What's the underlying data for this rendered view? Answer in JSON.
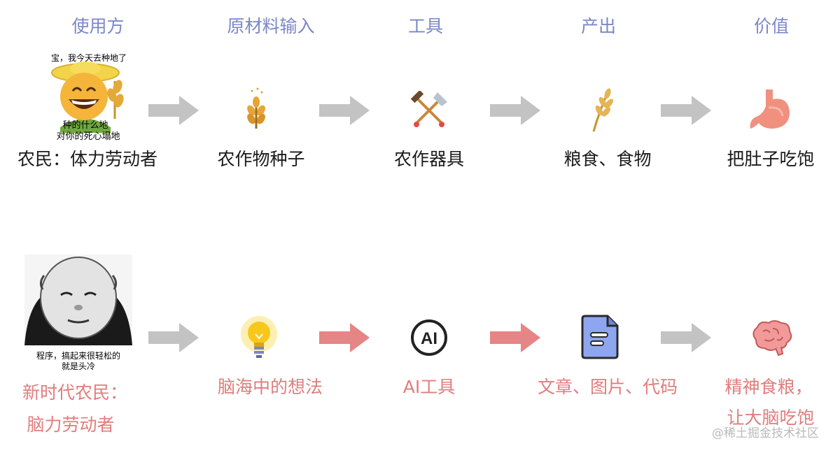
{
  "headers": [
    "使用方",
    "原材料输入",
    "工具",
    "产出",
    "价值"
  ],
  "row1": {
    "meme_caption_top": "宝，我今天去种地了",
    "meme_caption_bottom_1": "种的什么地",
    "meme_caption_bottom_2": "对你的死心塌地",
    "labels": [
      "农民：体力劳动者",
      "农作物种子",
      "农作器具",
      "粮食、食物",
      "把肚子吃饱"
    ],
    "icons": [
      "farmer-emoji-icon",
      "wheat-seed-icon",
      "shovel-rake-icon",
      "wheat-icon",
      "stomach-icon"
    ]
  },
  "row2": {
    "meme_caption_1": "程序，搞起来很轻松的",
    "meme_caption_2": "就是头冷",
    "label_user_1": "新时代农民：",
    "label_user_2": "脑力劳动者",
    "labels": [
      "脑海中的想法",
      "AI工具",
      "文章、图片、代码"
    ],
    "label_value_1": "精神食粮，",
    "label_value_2": "让大脑吃饱",
    "icons": [
      "bald-face-meme-icon",
      "lightbulb-icon",
      "ai-icon",
      "document-icon",
      "brain-icon"
    ]
  },
  "colors": {
    "header": "#7b87c7",
    "row2_text": "#e07d7d",
    "arrow_gray": "#c3c3c3",
    "arrow_red": "#e58585"
  },
  "watermark": "@稀土掘金技术社区"
}
